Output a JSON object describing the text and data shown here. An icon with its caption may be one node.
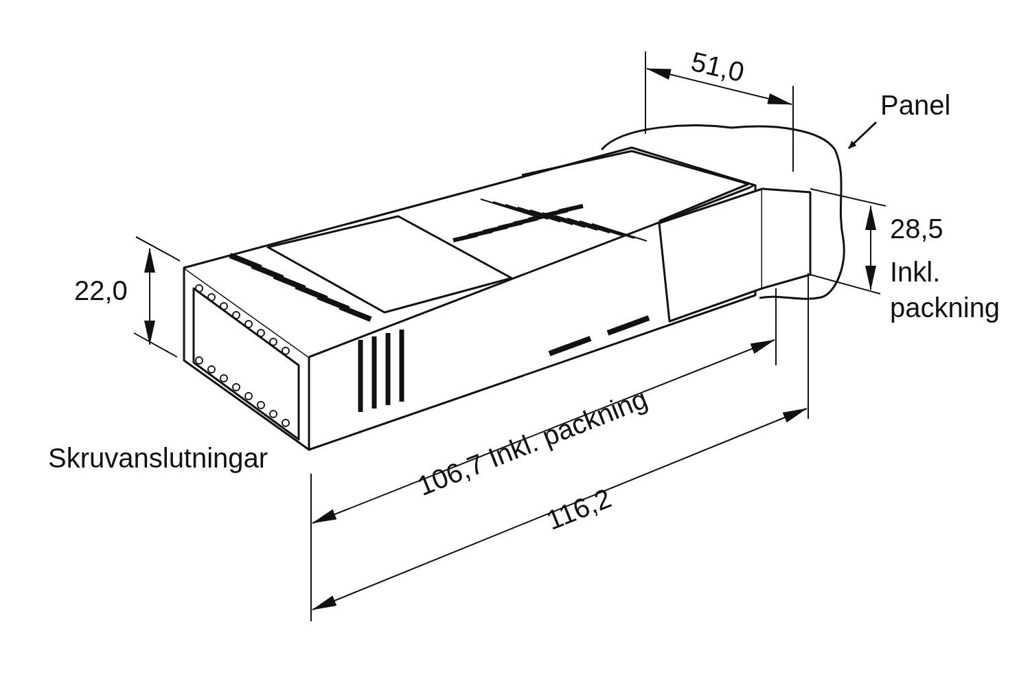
{
  "diagram": {
    "nodes": [
      {
        "text": [
          "Panel"
        ]
      },
      {
        "text": [],
        "shape": "picture"
      }
    ],
    "edges": [
      {
        "from": 0,
        "to": 1,
        "arrow": "to"
      }
    ],
    "labels": [
      "51,0",
      "28,5",
      "Inkl. packning",
      "22,0",
      "106,7 Inkl. packning",
      "Skruvanslutningar",
      "116,2"
    ]
  }
}
